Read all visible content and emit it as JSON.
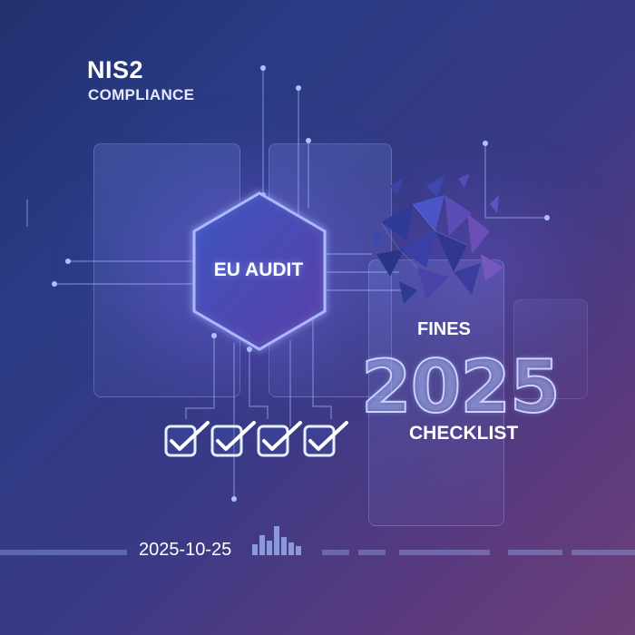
{
  "header": {
    "title": "NIS2",
    "subtitle": "COMPLIANCE"
  },
  "center": {
    "hex_label": "EU AUDIT"
  },
  "right": {
    "fines_label": "FINES",
    "year": "2025",
    "checklist_label": "CHECKLIST"
  },
  "footer": {
    "date": "2025-10-25"
  },
  "checkboxes": {
    "count": 4,
    "checked": [
      true,
      true,
      true,
      true
    ]
  },
  "icons": [
    "hexagon-frame-icon",
    "checkbox-checked-icon",
    "shattered-triangles-icon",
    "equalizer-bars-icon"
  ],
  "colors": {
    "accent_glow": "#7b8cff",
    "hex_fill": "#2f4aa8",
    "shard_fill": "#3a3fa6",
    "text": "#ffffff"
  }
}
